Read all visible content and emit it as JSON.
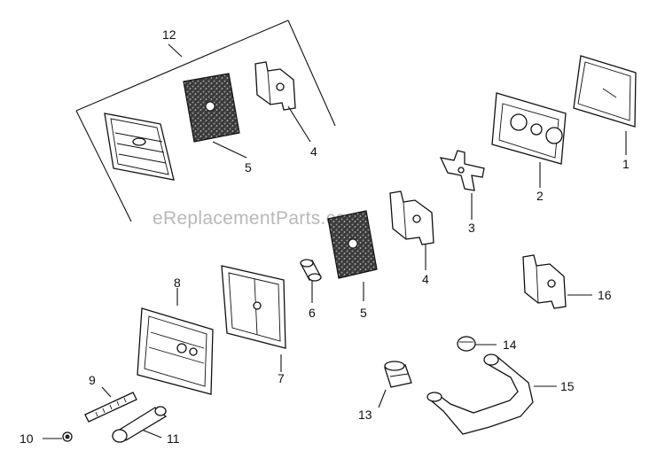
{
  "watermark": "eReplacementParts.com",
  "callouts": {
    "c1": "1",
    "c2": "2",
    "c3": "3",
    "c4a": "4",
    "c4b": "4",
    "c5a": "5",
    "c5b": "5",
    "c6": "6",
    "c7": "7",
    "c8": "8",
    "c9": "9",
    "c10": "10",
    "c11": "11",
    "c12": "12",
    "c13": "13",
    "c14": "14",
    "c15": "15",
    "c16": "16"
  }
}
